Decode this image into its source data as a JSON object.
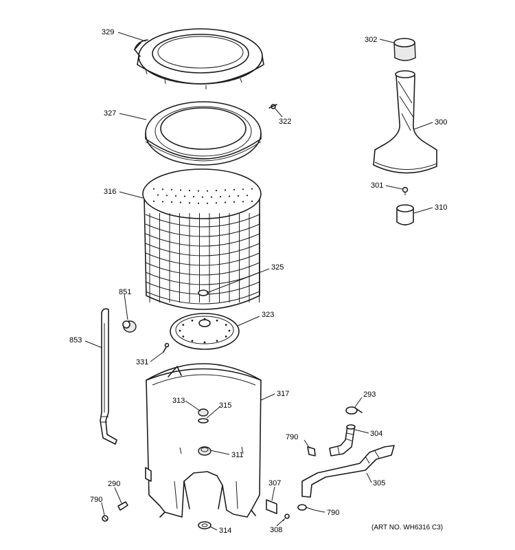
{
  "labels": {
    "p329": "329",
    "p327": "327",
    "p322": "322",
    "p316": "316",
    "p325": "325",
    "p851": "851",
    "p853": "853",
    "p323": "323",
    "p331": "331",
    "p317": "317",
    "p313": "313",
    "p315": "315",
    "p311": "311",
    "p302": "302",
    "p300": "300",
    "p301": "301",
    "p310": "310",
    "p293": "293",
    "p790a": "790",
    "p304": "304",
    "p305": "305",
    "p307": "307",
    "p790b": "790",
    "p308": "308",
    "p290": "290",
    "p790c": "790",
    "p314": "314"
  },
  "art_number": "(ART NO. WH6316 C3)"
}
